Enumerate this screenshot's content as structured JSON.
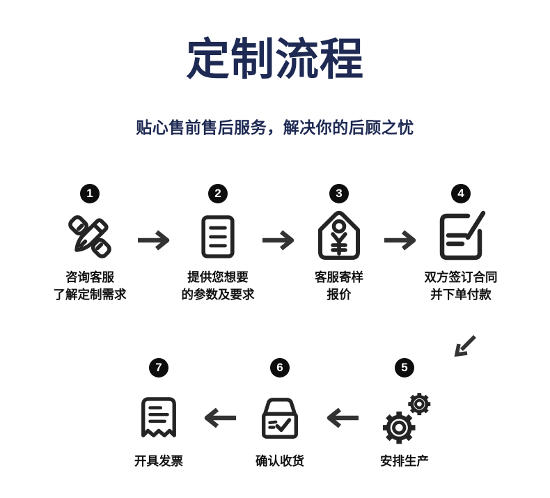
{
  "page": {
    "background_color": "#ffffff",
    "accent_navy": "#1e2a53",
    "icon_color": "#242424",
    "arrow_color": "#333333",
    "badge_color": "#0d0d0d"
  },
  "header": {
    "title": "定制流程",
    "subtitle": "贴心售前售后服务，解决你的后顾之忧"
  },
  "steps": [
    {
      "number": "1",
      "icon": "pen-tools-icon",
      "line1": "咨询客服",
      "line2": "了解定制需求"
    },
    {
      "number": "2",
      "icon": "document-specs-icon",
      "line1": "提供您想要",
      "line2": "的参数及要求"
    },
    {
      "number": "3",
      "icon": "price-tag-yuan-icon",
      "line1": "客服寄样",
      "line2": "报价"
    },
    {
      "number": "4",
      "icon": "contract-sign-icon",
      "line1": "双方签订合同",
      "line2": "并下单付款"
    },
    {
      "number": "5",
      "icon": "gears-icon",
      "line1": "安排生产"
    },
    {
      "number": "6",
      "icon": "package-check-icon",
      "line1": "确认收货"
    },
    {
      "number": "7",
      "icon": "invoice-receipt-icon",
      "line1": "开具发票"
    }
  ],
  "flow": {
    "top_row_order": [
      "1",
      "2",
      "3",
      "4"
    ],
    "bottom_row_order": [
      "7",
      "6",
      "5"
    ],
    "connectors": [
      "right",
      "right",
      "right",
      "down-left",
      "left",
      "left"
    ]
  }
}
